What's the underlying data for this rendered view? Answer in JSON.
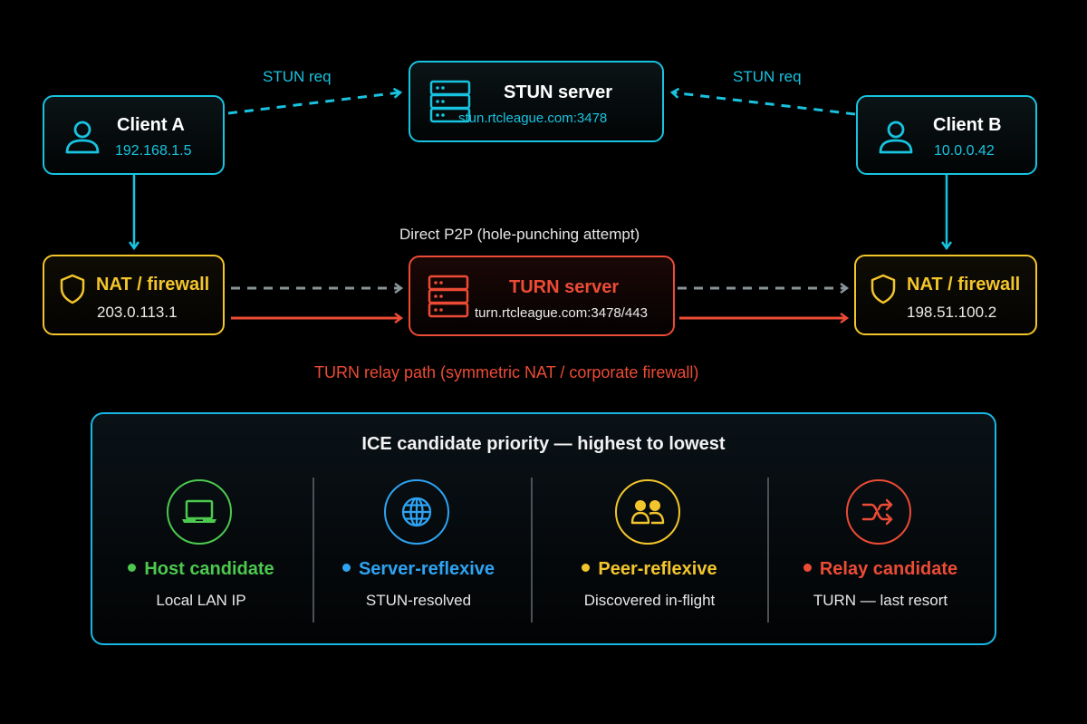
{
  "colors": {
    "cyan": "#18c3e0",
    "yellow": "#f3c52c",
    "red": "#ec4b35",
    "gray": "#8a9599",
    "green": "#4cc94e",
    "blue": "#2ea3f2"
  },
  "labels": {
    "stun_req_left": "STUN req",
    "stun_req_right": "STUN req",
    "direct_p2p": "Direct P2P (hole-punching attempt)",
    "turn_relay_path": "TURN relay path (symmetric NAT / corporate firewall)"
  },
  "nodes": {
    "client_a": {
      "title": "Client A",
      "address": "192.168.1.5",
      "icon": "user-icon"
    },
    "client_b": {
      "title": "Client B",
      "address": "10.0.0.42",
      "icon": "user-icon"
    },
    "stun": {
      "title": "STUN server",
      "address": "stun.rtcleague.com:3478",
      "icon": "server-icon"
    },
    "turn": {
      "title": "TURN server",
      "address": "turn.rtcleague.com:3478/443",
      "icon": "server-icon"
    },
    "nat_a": {
      "title": "NAT / firewall",
      "address": "203.0.113.1",
      "icon": "shield-icon"
    },
    "nat_b": {
      "title": "NAT / firewall",
      "address": "198.51.100.2",
      "icon": "shield-icon"
    }
  },
  "ice_panel": {
    "title": "ICE candidate priority — highest to lowest",
    "candidates": [
      {
        "name": "Host candidate",
        "desc": "Local LAN IP",
        "icon": "laptop-icon",
        "color": "#4cc94e"
      },
      {
        "name": "Server-reflexive",
        "desc": "STUN-resolved",
        "icon": "globe-icon",
        "color": "#2ea3f2"
      },
      {
        "name": "Peer-reflexive",
        "desc": "Discovered in-flight",
        "icon": "users-icon",
        "color": "#f3c52c"
      },
      {
        "name": "Relay candidate",
        "desc": "TURN — last resort",
        "icon": "shuffle-icon",
        "color": "#ec4b35"
      }
    ]
  }
}
